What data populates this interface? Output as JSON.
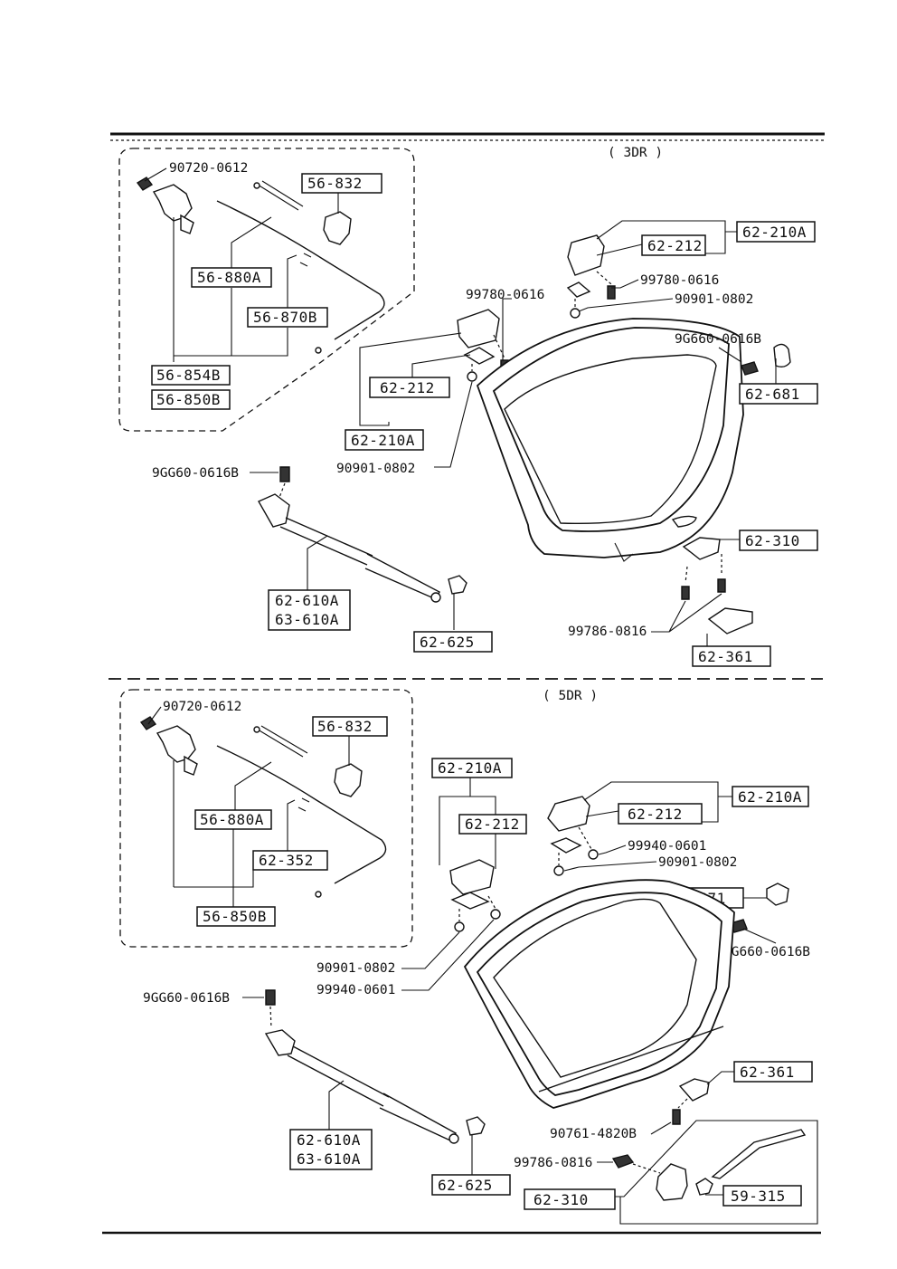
{
  "sections": {
    "top": "( 3DR )",
    "bottom": "( 5DR )"
  },
  "top": {
    "inset": {
      "l_90720": "90720-0612",
      "b_56832": "56-832",
      "b_56880a": "56-880A",
      "b_56870b": "56-870B",
      "b_56854b": "56-854B",
      "b_56850b": "56-850B"
    },
    "b_62210a_r": "62-210A",
    "b_62212_r": "62-212",
    "l_99780_r": "99780-0616",
    "l_90901_r": "90901-0802",
    "l_99780_l": "99780-0616",
    "b_62212_l": "62-212",
    "b_62210a_l": "62-210A",
    "l_90901_l": "90901-0802",
    "l_9g660": "9G660-0616B",
    "b_62681": "62-681",
    "l_9gg60": "9GG60-0616B",
    "b_62610a": "62-610A",
    "b_63610a": "63-610A",
    "b_62625": "62-625",
    "b_62310": "62-310",
    "l_99786": "99786-0816",
    "b_62361": "62-361"
  },
  "bottom": {
    "inset": {
      "l_90720": "90720-0612",
      "b_56832": "56-832",
      "b_56880a": "56-880A",
      "b_62352": "62-352",
      "b_56850b": "56-850B"
    },
    "b_62210a_l": "62-210A",
    "b_62212_l": "62-212",
    "b_62210a_r": "62-210A",
    "b_62212_r": "62-212",
    "l_99940_r": "99940-0601",
    "l_90901_r": "90901-0802",
    "b_62671": "62-671",
    "l_9g660": "9G660-0616B",
    "l_90901_l": "90901-0802",
    "l_99940_l": "99940-0601",
    "l_9gg60": "9GG60-0616B",
    "b_62610a": "62-610A",
    "b_63610a": "63-610A",
    "b_62625": "62-625",
    "b_62361": "62-361",
    "l_90761": "90761-4820B",
    "l_99786": "99786-0816",
    "b_62310": "62-310",
    "b_59315": "59-315"
  }
}
